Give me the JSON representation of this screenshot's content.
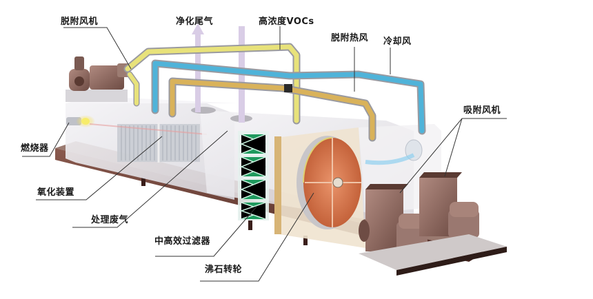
{
  "diagram": {
    "labels": {
      "desorption_fan": "脱附风机",
      "purified_exhaust": "净化尾气",
      "high_conc_vocs": "高浓度VOCs",
      "desorption_hot_air": "脱附热风",
      "cooling_air": "冷却风",
      "burner": "燃烧器",
      "adsorption_fan": "吸附风机",
      "oxidation_unit": "氧化装置",
      "treated_exhaust": "处理废气",
      "med_high_eff_filter": "中高效过滤器",
      "zeolite_rotor": "沸石转轮"
    },
    "colors": {
      "high_conc_duct": "#e8e27a",
      "cooling_duct": "#4fb3d9",
      "hot_air_duct": "#d9b25a",
      "exhaust_stack": "#d9cde6",
      "base_frame": "#6b3f36",
      "machinery": "#8a6a62",
      "filter_media": "#1f9a5e",
      "rotor": "#d9784a",
      "housing": "#ecebee"
    }
  }
}
